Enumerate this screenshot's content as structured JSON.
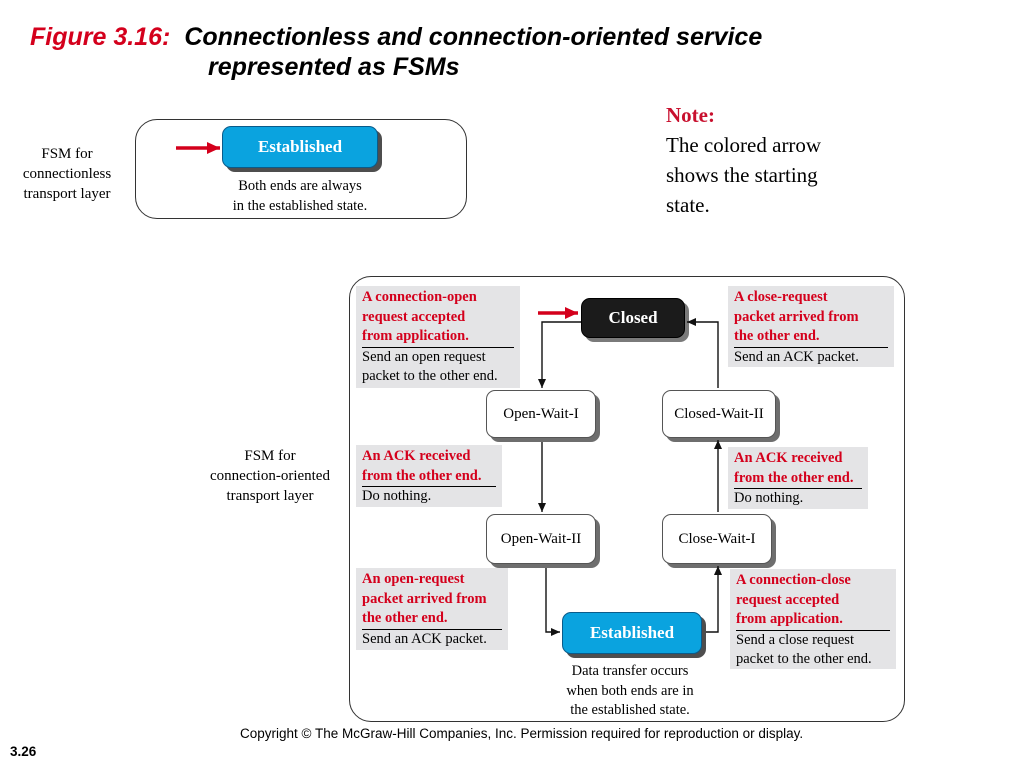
{
  "title": {
    "figure_label": "Figure 3.16:",
    "line1": "Connectionless and connection-oriented service",
    "line2": "represented as FSMs"
  },
  "note": {
    "heading": "Note:",
    "text": "The colored arrow shows the starting state."
  },
  "connectionless": {
    "label": "FSM for\nconnectionless\ntransport layer",
    "state": "Established",
    "caption": "Both ends are always\nin the established state."
  },
  "connection_oriented": {
    "label": "FSM for\nconnection-oriented\ntransport layer",
    "states": {
      "closed": "Closed",
      "open_wait_1": "Open-Wait-I",
      "open_wait_2": "Open-Wait-II",
      "established": "Established",
      "close_wait_1": "Close-Wait-I",
      "closed_wait_2": "Closed-Wait-II"
    },
    "transitions": {
      "t1": {
        "event": "A connection-open\nrequest accepted\nfrom application.",
        "action": "Send an open request\npacket to the other end."
      },
      "t2": {
        "event": "An ACK received\nfrom the other end.",
        "action": "Do nothing."
      },
      "t3": {
        "event": "An open-request\npacket arrived from\nthe other end.",
        "action": "Send an ACK packet."
      },
      "t4": {
        "event": "A connection-close\nrequest accepted\nfrom application.",
        "action": "Send a close request\npacket to the other end."
      },
      "t5": {
        "event": "An ACK received\nfrom the other end.",
        "action": "Do nothing."
      },
      "t6": {
        "event": "A close-request\npacket arrived from\nthe other end.",
        "action": "Send an ACK packet."
      }
    },
    "established_caption": "Data transfer occurs\nwhen both ends are in\nthe established state."
  },
  "footer": {
    "copyright": "Copyright © The McGraw-Hill Companies, Inc. Permission required for reproduction or display.",
    "slide_number": "3.26"
  },
  "colors": {
    "accent_red": "#d4001c",
    "state_blue": "#0aa3df",
    "state_black": "#1b1b1b",
    "transition_bg": "#e4e4e6"
  }
}
